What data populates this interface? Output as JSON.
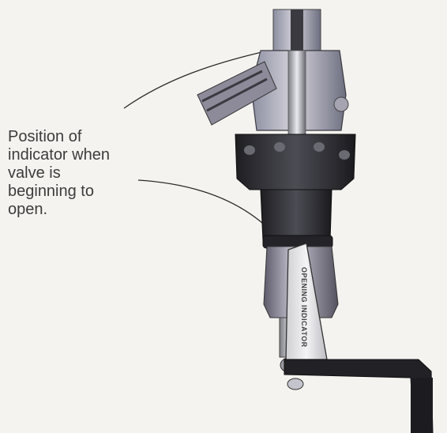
{
  "callout": {
    "lines": [
      "Position of",
      "indicator when",
      "valve is",
      "beginning to",
      "open."
    ]
  },
  "indicator": {
    "label": "OPENING INDICATOR"
  },
  "colors": {
    "background": "#f4f3f0",
    "body_dark": "#2b2b2e",
    "body_mid": "#4a4a50",
    "metal_light": "#c9c9cf",
    "indicator_blade": "#e6e6e6",
    "label_text": "#3c3c3c"
  }
}
